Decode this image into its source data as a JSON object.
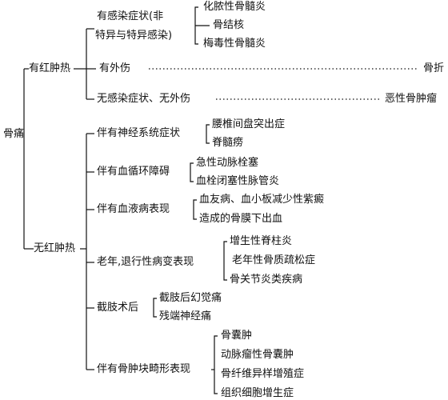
{
  "root": "骨痛",
  "branches": [
    {
      "label": "有红肿热",
      "groups": [
        {
          "label_lines": [
            "有感染症状(非",
            "特异与特异感染)"
          ],
          "items": [
            "化脓性骨髓炎",
            "骨结核",
            "梅毒性骨髓炎"
          ]
        },
        {
          "label_lines": [
            "有外伤"
          ],
          "result": "骨折"
        },
        {
          "label_lines": [
            "无感染症状、无外伤"
          ],
          "result": "恶性骨肿瘤"
        }
      ]
    },
    {
      "label": "无红肿热",
      "groups": [
        {
          "label_lines": [
            "伴有神经系统症状"
          ],
          "items": [
            "腰椎间盘突出症",
            "脊髓痨"
          ]
        },
        {
          "label_lines": [
            "伴有血循环障碍"
          ],
          "items": [
            "急性动脉栓塞",
            "血栓闭塞性脉管炎"
          ]
        },
        {
          "label_lines": [
            "伴有血液病表现"
          ],
          "items": [
            "血友病、血小板减少性紫癜",
            "造成的骨膜下出血"
          ]
        },
        {
          "label_lines": [
            "老年,退行性病变表现"
          ],
          "items": [
            "增生性脊柱炎",
            "老年性骨质疏松症",
            "骨关节炎类疾病"
          ]
        },
        {
          "label_lines": [
            "截肢术后"
          ],
          "items": [
            "截肢后幻觉痛",
            "残端神经痛"
          ]
        },
        {
          "label_lines": [
            "伴有骨肿块畸形表现"
          ],
          "items": [
            "骨囊肿",
            "动脉瘤性骨囊肿",
            "骨纤维异样增殖症",
            "组织细胞增生症"
          ]
        }
      ]
    }
  ]
}
